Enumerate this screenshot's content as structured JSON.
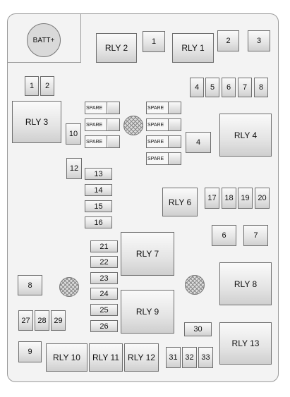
{
  "batt": "BATT+",
  "labels": {
    "rly1": "RLY 1",
    "rly2": "RLY 2",
    "rly3": "RLY 3",
    "rly4": "RLY 4",
    "rly6": "RLY 6",
    "rly7": "RLY 7",
    "rly8": "RLY 8",
    "rly9": "RLY 9",
    "rly10": "RLY 10",
    "rly11": "RLY 11",
    "rly12": "RLY 12",
    "rly13": "RLY 13",
    "spare": "SPARE",
    "f1a": "1",
    "f1b": "1",
    "f2a": "2",
    "f2b": "2",
    "f3": "3",
    "f4a": "4",
    "f4b": "4",
    "f5": "5",
    "f6a": "6",
    "f6b": "6",
    "f7a": "7",
    "f7b": "7",
    "f8a": "8",
    "f8b": "8",
    "f9": "9",
    "f10": "10",
    "f12": "12",
    "f13": "13",
    "f14": "14",
    "f15": "15",
    "f16": "16",
    "f17": "17",
    "f18": "18",
    "f19": "19",
    "f20": "20",
    "f21": "21",
    "f22": "22",
    "f23": "23",
    "f24": "24",
    "f25": "25",
    "f26": "26",
    "f27": "27",
    "f28": "28",
    "f29": "29",
    "f30": "30",
    "f31": "31",
    "f32": "32",
    "f33": "33"
  }
}
